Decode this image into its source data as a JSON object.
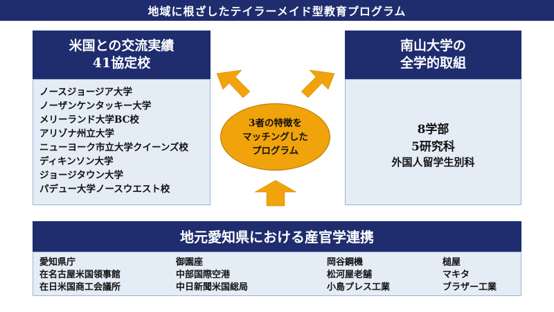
{
  "title": "地域に根ざしたテイラーメイド型教育プログラム",
  "left_box": {
    "heading_line1": "米国との交流実績",
    "heading_line2": "41協定校",
    "partners": [
      "ノースジョージア大学",
      "ノーザンケンタッキー大学",
      "メリーランド大学BC校",
      "アリゾナ州立大学",
      "ニューヨーク市立大学クイーンズ校",
      "ディキンソン大学",
      "ジョージタウン大学",
      "パデュー大学ノースウエスト校"
    ]
  },
  "right_box": {
    "heading_line1": "南山大学の",
    "heading_line2": "全学的取組",
    "faculties": "8学部",
    "graduate": "5研究科",
    "international": "外国人留学生別科"
  },
  "center": {
    "line1": "3者の特徴を",
    "line2": "マッチングした",
    "line3": "プログラム"
  },
  "bottom_box": {
    "heading": "地元愛知県における産官学連携",
    "columns": [
      [
        "愛知県庁",
        "在名古屋米国領事館",
        "在日米国商工会議所"
      ],
      [
        "御園座",
        "中部国際空港",
        "中日新聞米国総局"
      ],
      [
        "岡谷鋼機",
        "松河屋老舗",
        "小島プレス工業"
      ],
      [
        "槌屋",
        "マキタ",
        "ブラザー工業"
      ]
    ]
  },
  "colors": {
    "navy": "#1f2d6e",
    "panel": "#e4ecf6",
    "orange": "#f0a30a"
  }
}
